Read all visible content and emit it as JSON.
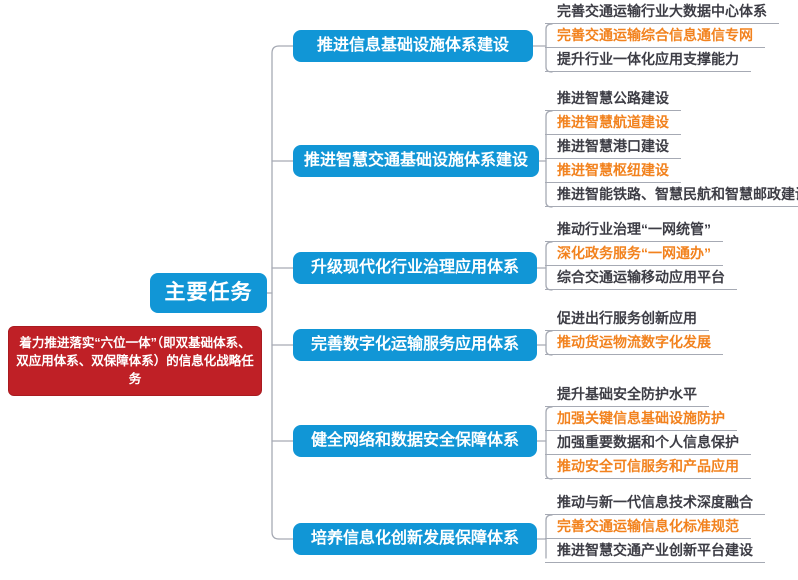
{
  "root": {
    "label": "主要任务"
  },
  "note": {
    "label": "着力推进落实“六位一体”（即双基础体系、双应用体系、双保障体系）的信息化战略任务"
  },
  "colors": {
    "task_blue": "#1196d6",
    "note_red": "#bf2026",
    "highlight_orange": "#f2821e",
    "leaf_text": "#3d3d45",
    "connector_gray": "#a6aab4"
  },
  "tasks": [
    {
      "label": "推进信息基础设施体系建设",
      "children": [
        {
          "label": "完善交通运输行业大数据中心体系",
          "highlight": false
        },
        {
          "label": "完善交通运输综合信息通信专网",
          "highlight": true
        },
        {
          "label": "提升行业一体化应用支撑能力",
          "highlight": false
        }
      ]
    },
    {
      "label": "推进智慧交通基础设施体系建设",
      "children": [
        {
          "label": "推进智慧公路建设",
          "highlight": false
        },
        {
          "label": "推进智慧航道建设",
          "highlight": true
        },
        {
          "label": "推进智慧港口建设",
          "highlight": false
        },
        {
          "label": "推进智慧枢纽建设",
          "highlight": true
        },
        {
          "label": "推进智能铁路、智慧民航和智慧邮政建设",
          "highlight": false
        }
      ]
    },
    {
      "label": "升级现代化行业治理应用体系",
      "children": [
        {
          "label": "推动行业治理“一网统管”",
          "highlight": false
        },
        {
          "label": "深化政务服务“一网通办”",
          "highlight": true
        },
        {
          "label": "综合交通运输移动应用平台",
          "highlight": false
        }
      ]
    },
    {
      "label": "完善数字化运输服务应用体系",
      "children": [
        {
          "label": "促进出行服务创新应用",
          "highlight": false
        },
        {
          "label": "推动货运物流数字化发展",
          "highlight": true
        }
      ]
    },
    {
      "label": "健全网络和数据安全保障体系",
      "children": [
        {
          "label": "提升基础安全防护水平",
          "highlight": false
        },
        {
          "label": "加强关键信息基础设施防护",
          "highlight": true
        },
        {
          "label": "加强重要数据和个人信息保护",
          "highlight": false
        },
        {
          "label": "推动安全可信服务和产品应用",
          "highlight": true
        }
      ]
    },
    {
      "label": "培养信息化创新发展保障体系",
      "children": [
        {
          "label": "推动与新一代信息技术深度融合",
          "highlight": false
        },
        {
          "label": "完善交通运输信息化标准规范",
          "highlight": true
        },
        {
          "label": "推进智慧交通产业创新平台建设",
          "highlight": false
        }
      ]
    }
  ]
}
